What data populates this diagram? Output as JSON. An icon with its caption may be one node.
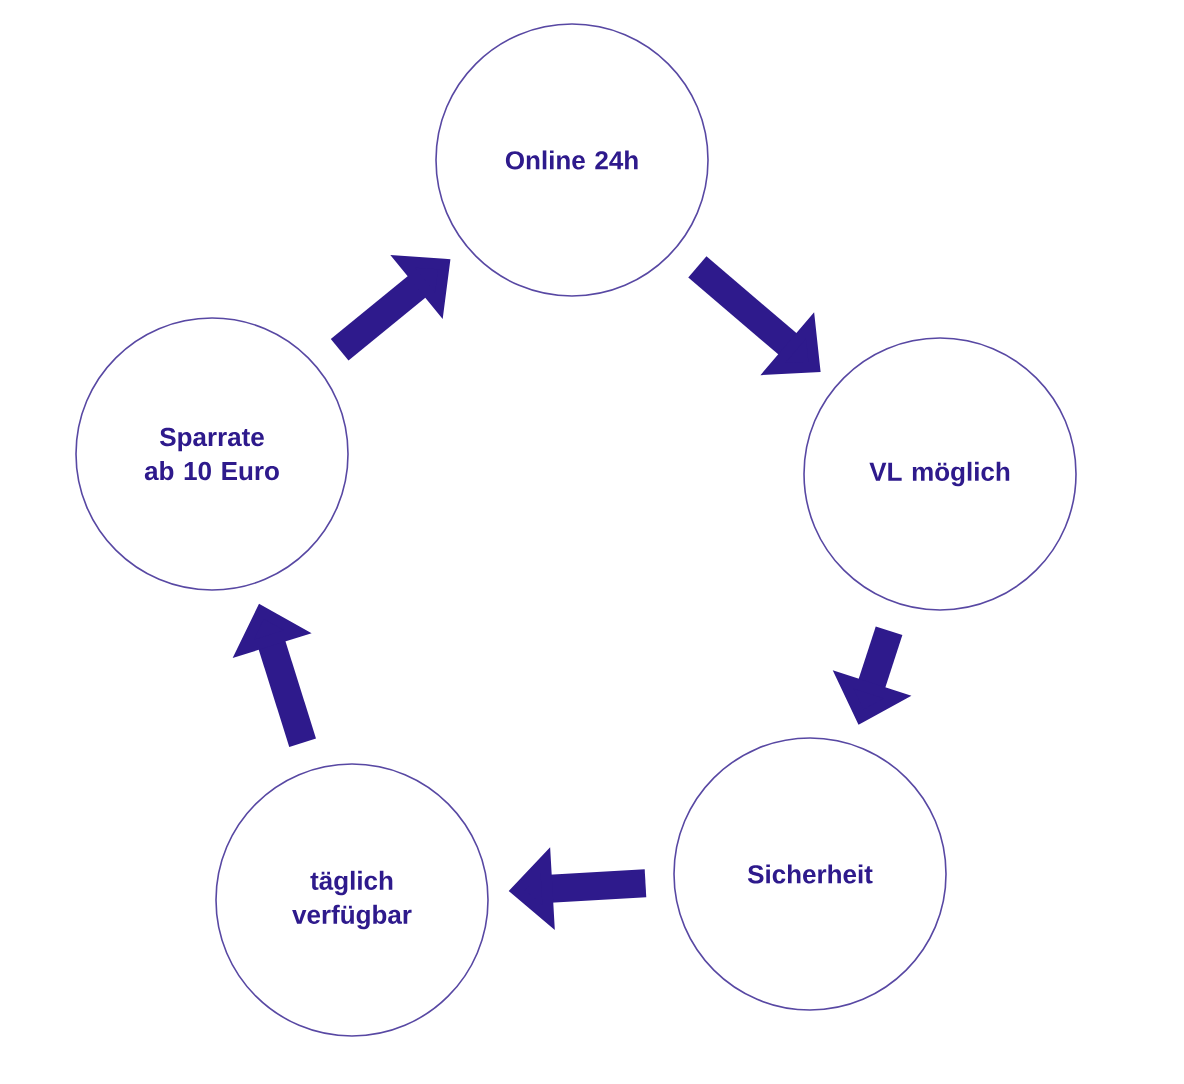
{
  "diagram": {
    "nodes": [
      {
        "text": [
          "Online 24h"
        ]
      },
      {
        "text": [
          "VL möglich"
        ]
      },
      {
        "text": [
          "Sicherheit"
        ]
      },
      {
        "text": [
          "täglich verfügbar"
        ]
      },
      {
        "text": [
          "Sparrate ab 10 Euro"
        ]
      }
    ],
    "edges": [
      {
        "from": 0,
        "to": 1,
        "arrow": "to"
      },
      {
        "from": 1,
        "to": 2,
        "arrow": "to"
      },
      {
        "from": 2,
        "to": 3,
        "arrow": "to"
      },
      {
        "from": 3,
        "to": 4,
        "arrow": "to"
      },
      {
        "from": 4,
        "to": 0,
        "arrow": "to"
      }
    ]
  }
}
